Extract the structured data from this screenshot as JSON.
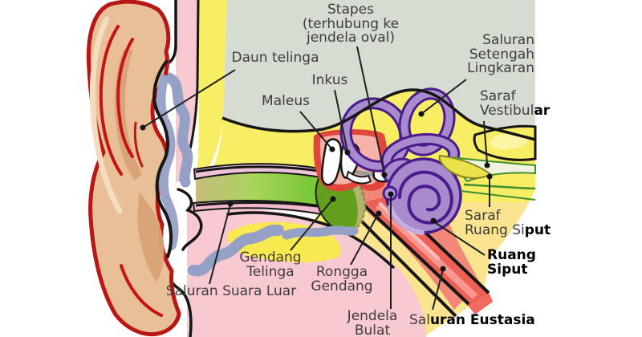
{
  "figure": {
    "description": "Anatomical cross-section diagram of the human ear with Indonesian labels",
    "language": "Indonesian"
  },
  "labels": {
    "daun_telinga": {
      "text": "Daun telinga"
    },
    "stapes": {
      "line1": "Stapes",
      "line2": "(terhubung ke",
      "line3": "jendela oval)"
    },
    "inkus": {
      "text": "Inkus"
    },
    "maleus": {
      "text": "Maleus"
    },
    "saluran_setengah_lingkaran": {
      "line1": "Saluran",
      "line2": "Setengah",
      "line3": "Lingkaran"
    },
    "saraf_vestibular": {
      "line1": "Saraf",
      "line2_normal": "Vestibul",
      "line2_bold": "ar"
    },
    "saraf_ruang_siput": {
      "line1": "Saraf",
      "line2_normal": "Ruang Si",
      "line2_bold": "put"
    },
    "ruang_siput": {
      "line1": "Ruang",
      "line2": "Siput"
    },
    "gendang_telinga": {
      "line1": "Gendang",
      "line2": "Telinga"
    },
    "rongga_gendang": {
      "line1": "Rongga",
      "line2": "Gendang"
    },
    "saluran_suara_luar": {
      "text": "Saluran Suara Luar"
    },
    "jendela_bulat": {
      "line1": "Jendela",
      "line2": "Bulat"
    },
    "saluran_eustasia": {
      "normal": "Sal",
      "bold": "uran Eustasia"
    }
  },
  "colors": {
    "background": "#ffffff",
    "head_panel": "#d6dcd1",
    "bone_yellow": "#f8ee65",
    "bright_yellow": "#f7e94f",
    "pale_yellow": "#fbe48f",
    "bone_inner_light": "#fdf5a6",
    "skin_pink": "#f9c9d2",
    "canal_lip_pink": "#eec3da",
    "pinna_tan": "#e9bf97",
    "pinna_shade": "#d8a276",
    "pinna_outline_red": "#b91616",
    "ridge_red": "#c41414",
    "cartilage_blue": "#94a0c6",
    "canal_green": "#7cc838",
    "canal_tan": "#c9bd7e",
    "eardrum_green": "#639f1d",
    "cavity_salmon": "#f28878",
    "attic_red": "#e0463c",
    "attic_inner": "#f6b2a8",
    "tube_red": "#ee5f55",
    "tube_light": "#f79890",
    "labyrinth_purple": "#a78bcd",
    "labyrinth_outline": "#4b1a8c",
    "nerve_yellow": "#e9e24b",
    "nerve_green": "#3f8f2a",
    "outline_black": "#161616",
    "label_text": "#3d3d3d",
    "label_bold": "#000000",
    "leader_line": "#202020"
  }
}
